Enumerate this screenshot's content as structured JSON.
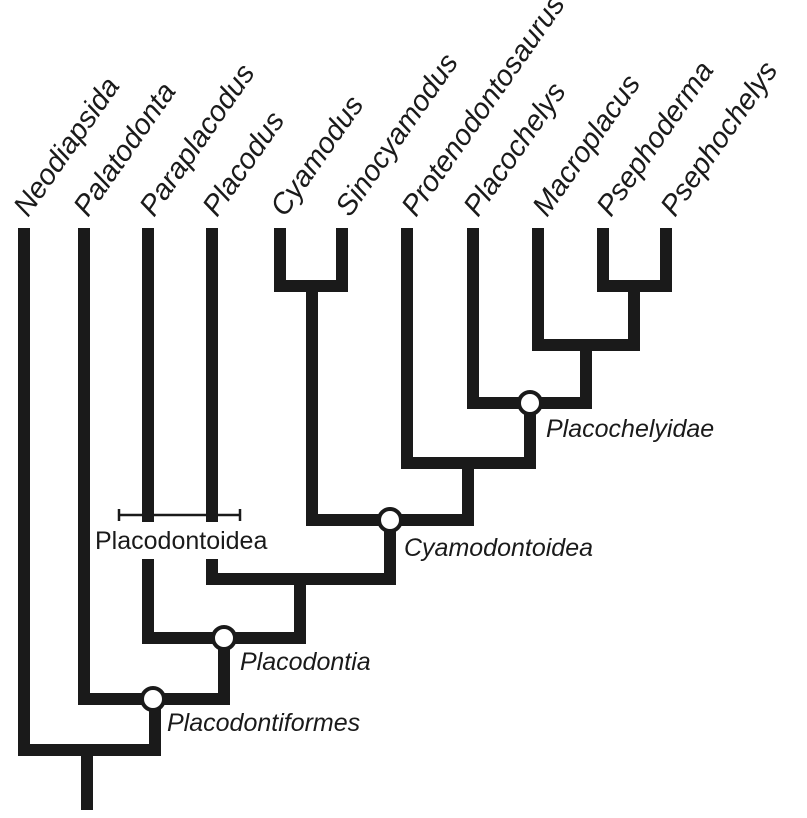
{
  "taxa": [
    "Neodiapsida",
    "Palatodonta",
    "Paraplacodus",
    "Placodus",
    "Cyamodus",
    "Sinocyamodus",
    "Protenodontosaurus",
    "Placochelys",
    "Macroplacus",
    "Psephoderma",
    "Psephochelys"
  ],
  "clades": {
    "placodontiformes": "Placodontiformes",
    "placodontia": "Placodontia",
    "cyamodontoidea": "Cyamodontoidea",
    "placochelyidae": "Placochelyidae"
  },
  "group_label": "Placodontoidea",
  "colors": {
    "line": "#1a1a1a",
    "node_fill": "#ffffff",
    "background": "#ffffff"
  }
}
